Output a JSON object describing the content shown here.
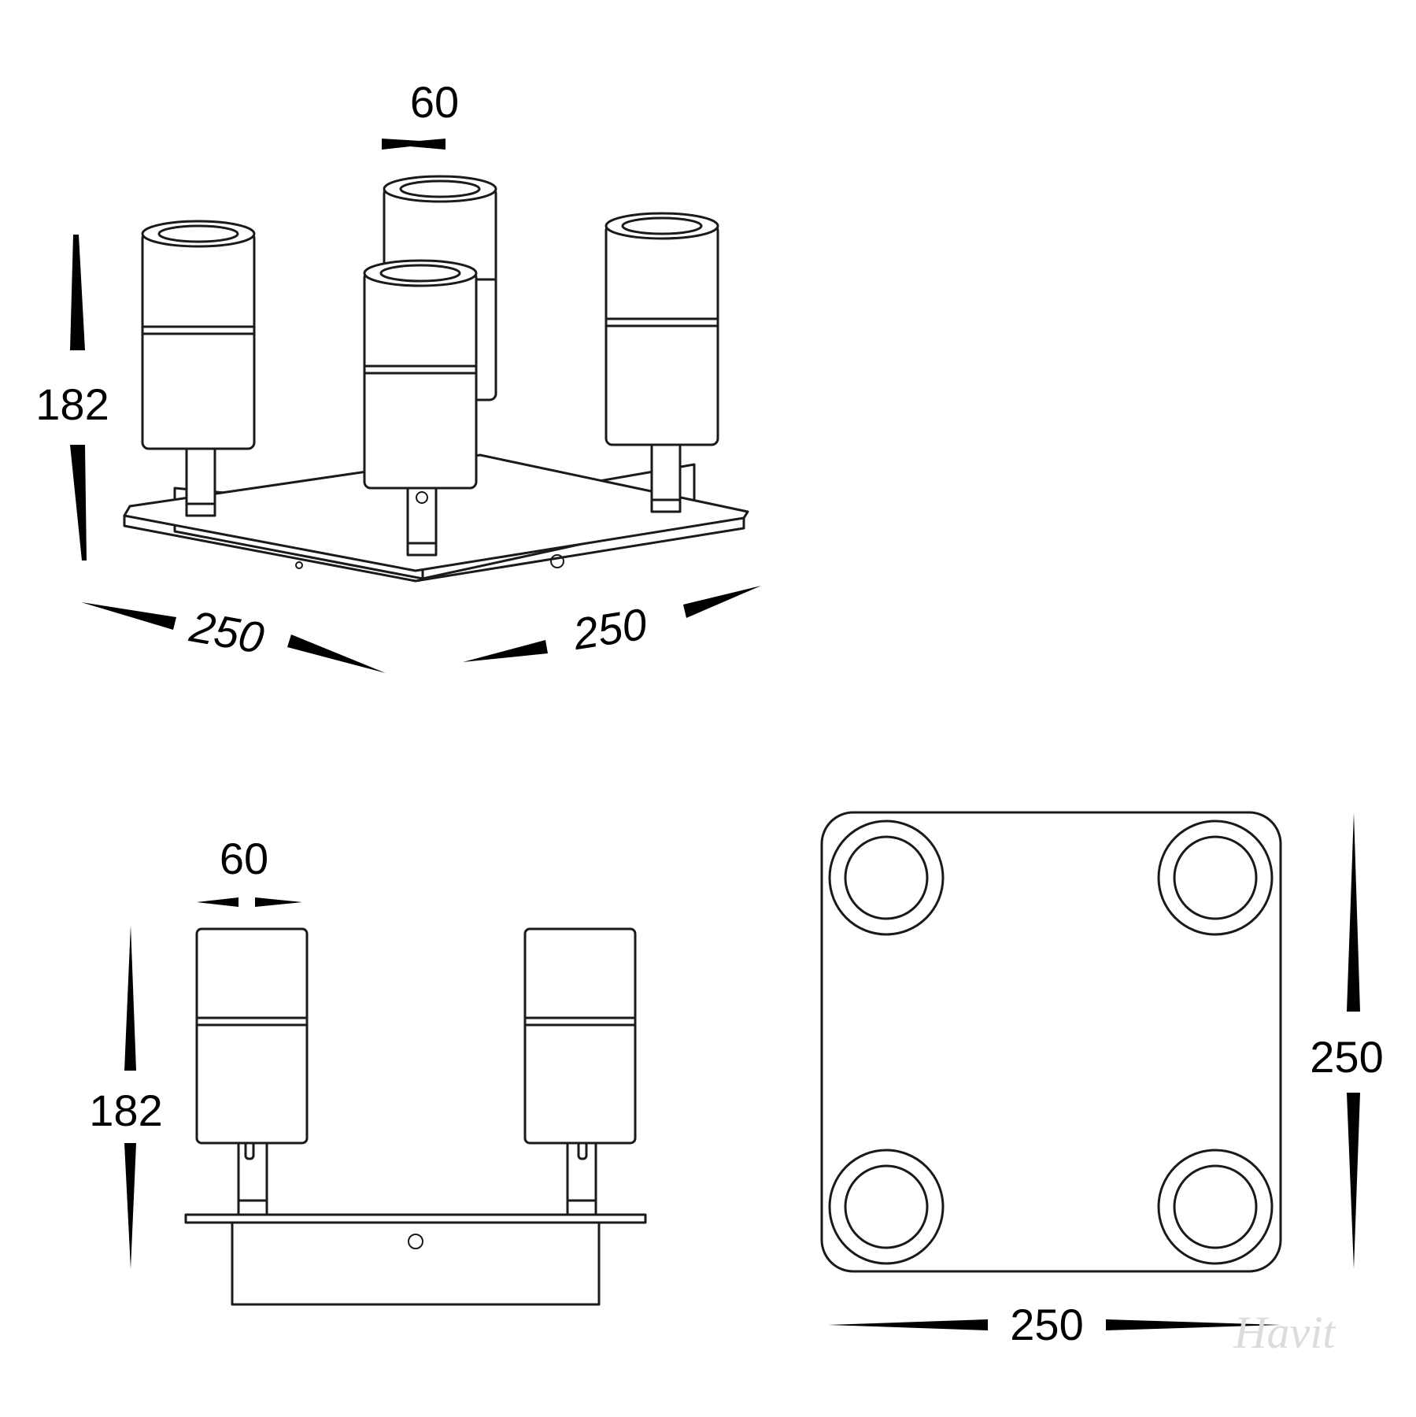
{
  "iso_view": {
    "lamp_diameter": "60",
    "height": "182",
    "depth_left": "250",
    "width_right": "250"
  },
  "front_view": {
    "lamp_diameter": "60",
    "height": "182"
  },
  "top_view": {
    "height": "250",
    "width": "250"
  },
  "watermark": "Havit",
  "colors": {
    "line": "#1a1a1a",
    "arrow": "#000000",
    "background": "#ffffff"
  }
}
